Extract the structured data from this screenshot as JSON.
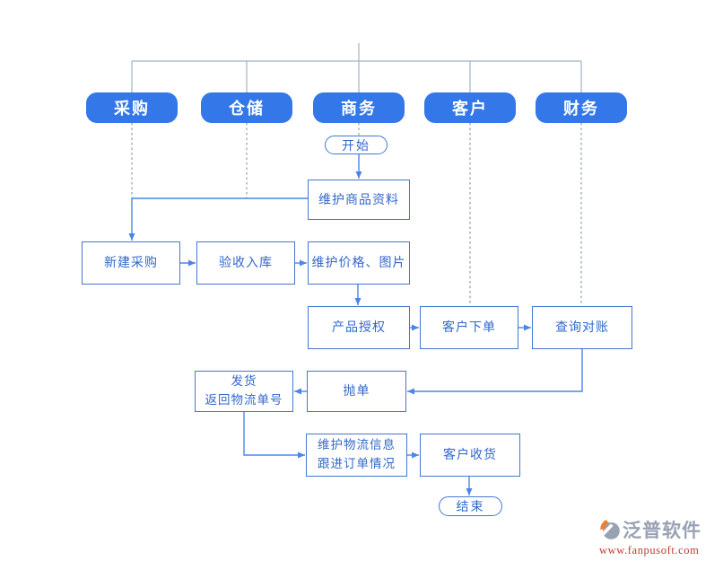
{
  "colors": {
    "background": "#FFFFFF",
    "header_fill": "#3377E8",
    "header_text": "#FFFFFF",
    "node_border": "#4577CE",
    "node_text": "#3168C8",
    "flow_line": "#4A86E8",
    "lane_dash": "#7E95A8",
    "tree_line": "#9FB4C6",
    "logo_text": "#98A2B3",
    "logo_orange": "#E8813D",
    "url_text": "#C03A30"
  },
  "lanes": [
    "采购",
    "仓储",
    "商务",
    "客户",
    "财务"
  ],
  "terminals": {
    "start": "开始",
    "end": "结束"
  },
  "nodes": {
    "maintain_product": "维护商品资料",
    "new_purchase": "新建采购",
    "receive_stock": "验收入库",
    "maintain_price": "维护价格、图片",
    "product_auth": "产品授权",
    "customer_order": "客户下单",
    "query_reconcile": "查询对账",
    "ship_line1": "发货",
    "ship_line2": "返回物流单号",
    "throw_order": "抛单",
    "logistics_line1": "维护物流信息",
    "logistics_line2": "跟进订单情况",
    "customer_receive": "客户收货"
  },
  "watermark": {
    "brand": "泛普软件",
    "url": "www.fanpusoft.com"
  }
}
